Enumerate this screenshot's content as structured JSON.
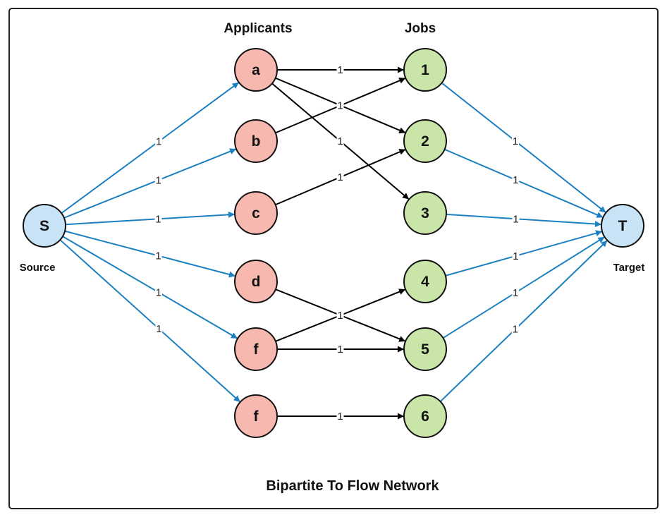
{
  "titles": {
    "applicants": "Applicants",
    "jobs": "Jobs",
    "caption": "Bipartite To Flow Network"
  },
  "nodes": {
    "source": {
      "label": "S",
      "caption": "Source"
    },
    "target": {
      "label": "T",
      "caption": "Target"
    },
    "applicants": [
      "a",
      "b",
      "c",
      "d",
      "f",
      "f"
    ],
    "jobs": [
      "1",
      "2",
      "3",
      "4",
      "5",
      "6"
    ]
  },
  "edges": {
    "source_to_applicants": [
      {
        "to": 0,
        "capacity": "1"
      },
      {
        "to": 1,
        "capacity": "1"
      },
      {
        "to": 2,
        "capacity": "1"
      },
      {
        "to": 3,
        "capacity": "1"
      },
      {
        "to": 4,
        "capacity": "1"
      },
      {
        "to": 5,
        "capacity": "1"
      }
    ],
    "applicants_to_jobs": [
      {
        "from": 0,
        "to": 0,
        "capacity": "1"
      },
      {
        "from": 0,
        "to": 1,
        "capacity": "1"
      },
      {
        "from": 0,
        "to": 2,
        "capacity": "1"
      },
      {
        "from": 1,
        "to": 0,
        "capacity": "1"
      },
      {
        "from": 2,
        "to": 1,
        "capacity": "1"
      },
      {
        "from": 3,
        "to": 4,
        "capacity": "1"
      },
      {
        "from": 4,
        "to": 3,
        "capacity": "1"
      },
      {
        "from": 4,
        "to": 4,
        "capacity": "1"
      },
      {
        "from": 5,
        "to": 5,
        "capacity": "1"
      }
    ],
    "jobs_to_target": [
      {
        "from": 0,
        "capacity": "1"
      },
      {
        "from": 1,
        "capacity": "1"
      },
      {
        "from": 2,
        "capacity": "1"
      },
      {
        "from": 3,
        "capacity": "1"
      },
      {
        "from": 4,
        "capacity": "1"
      },
      {
        "from": 5,
        "capacity": "1"
      }
    ]
  },
  "colors": {
    "frame": "#222222",
    "source_target_fill": "#c7e3f5",
    "applicant_fill": "#f7b8b0",
    "job_fill": "#c9e6a8",
    "node_stroke": "#111111",
    "blue_edge": "#1b7fc0",
    "black_edge": "#000000"
  }
}
